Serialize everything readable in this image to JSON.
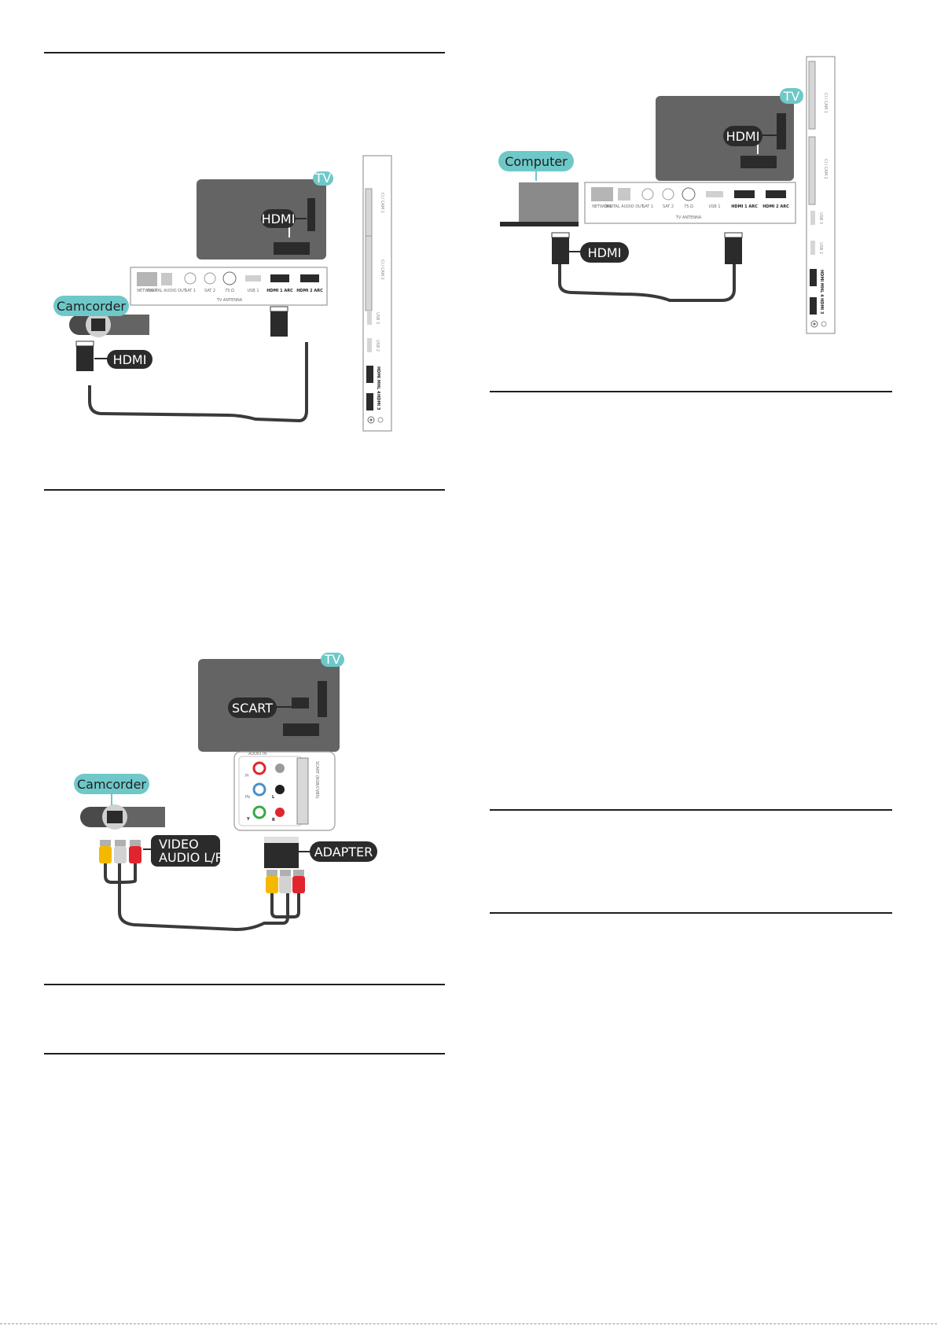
{
  "colors": {
    "tv_body": "#646464",
    "teal": "#6ec8c8",
    "dark_label": "#2b2b2b",
    "cable": "#3a3a3a",
    "yellow": "#f5b800",
    "white_plug": "#d2d2d2",
    "red": "#e0252e",
    "rule": "#1f1f1f"
  },
  "diagrams": {
    "camcorder_hdmi": {
      "tv_label": "TV",
      "device_label": "Camcorder",
      "cable_label": "HDMI",
      "tv_port_label": "HDMI",
      "ports": {
        "network": "NETWORK",
        "digital_audio": "DIGITAL AUDIO OUT",
        "sat1": "SAT 1",
        "sat2": "SAT 2",
        "ohm": "75 Ω",
        "usb1": "USB 1",
        "hdmi1": "HDMI 1 ARC",
        "hdmi2": "HDMI 2 ARC",
        "antenna": "TV ANTENNA"
      },
      "side_ports": {
        "ci_cam_1": "CI / CAM 1",
        "ci_cam_2": "CI / CAM 2",
        "usb3": "USB 3",
        "usb2": "USB 2",
        "hdmi_mhl": "HDMI MHL 4",
        "hdmi3": "HDMI 3"
      }
    },
    "camcorder_scart": {
      "tv_label": "TV",
      "device_label": "Camcorder",
      "tv_port_label": "SCART",
      "cable_label_line1": "VIDEO",
      "cable_label_line2": "AUDIO L/R",
      "adapter_label": "ADAPTER",
      "panel": {
        "audio_in": "AUDIO IN",
        "pr": "Pr",
        "pb": "Pb",
        "y": "Y",
        "l": "L",
        "r": "R",
        "scart": "SCART (RGB/CVBS)"
      }
    },
    "computer_hdmi": {
      "tv_label": "TV",
      "device_label": "Computer",
      "cable_label": "HDMI",
      "tv_port_label": "HDMI",
      "ports": {
        "network": "NETWORK",
        "digital_audio": "DIGITAL AUDIO OUT",
        "sat1": "SAT 1",
        "sat2": "SAT 2",
        "ohm": "75 Ω",
        "usb1": "USB 1",
        "hdmi1": "HDMI 1 ARC",
        "hdmi2": "HDMI 2 ARC",
        "antenna": "TV ANTENNA"
      },
      "side_ports": {
        "ci_cam_1": "CI / CAM 1",
        "ci_cam_2": "CI / CAM 2",
        "usb3": "USB 3",
        "usb2": "USB 2",
        "hdmi_mhl": "HDMI MHL 4",
        "hdmi3": "HDMI 3"
      }
    }
  }
}
